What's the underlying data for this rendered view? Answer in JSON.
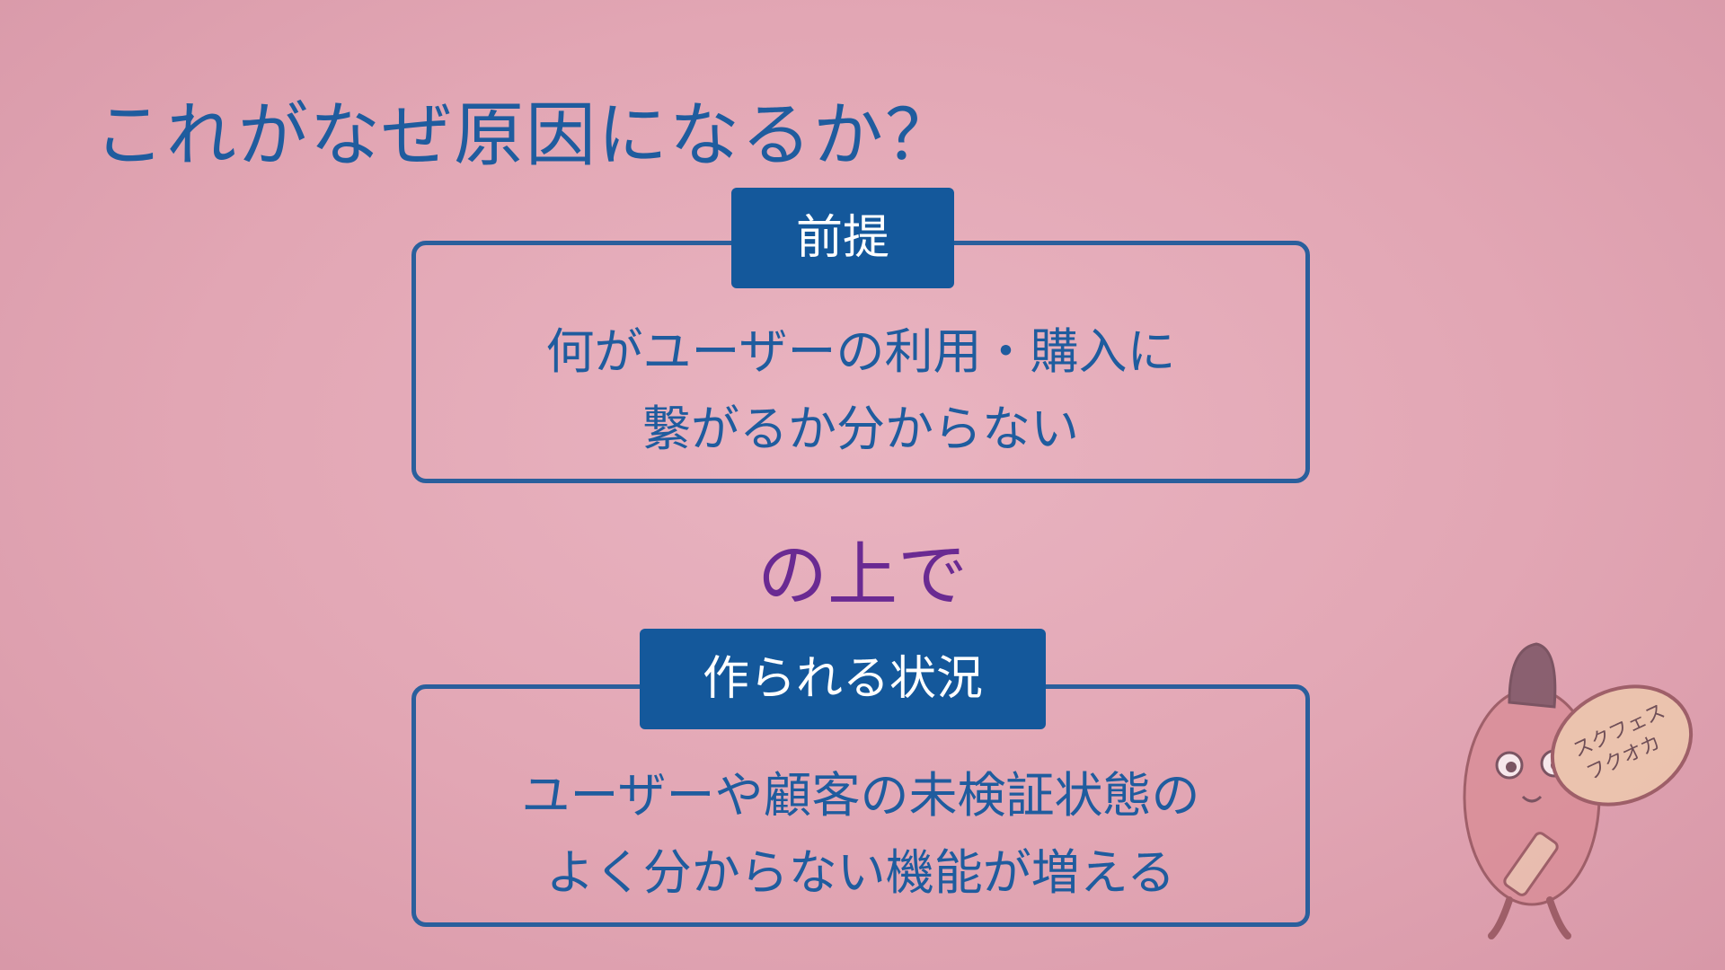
{
  "slide": {
    "title": "これがなぜ原因になるか？",
    "premise": {
      "tag": "前提",
      "lines": [
        "何がユーザーの利用・購入に",
        "繋がるか分からない"
      ]
    },
    "connector": "の上で",
    "situation": {
      "tag": "作られる状況",
      "lines": [
        "ユーザーや顧客の未検証状態の",
        "よく分からない機能が増える"
      ]
    },
    "mascot": {
      "sign_text_1": "スクフェス",
      "sign_text_2": "フクオカ"
    }
  },
  "colors": {
    "background": "#e3a8b6",
    "title": "#1f5c9e",
    "tag_bg": "#14589b",
    "connector": "#6a2a92"
  }
}
